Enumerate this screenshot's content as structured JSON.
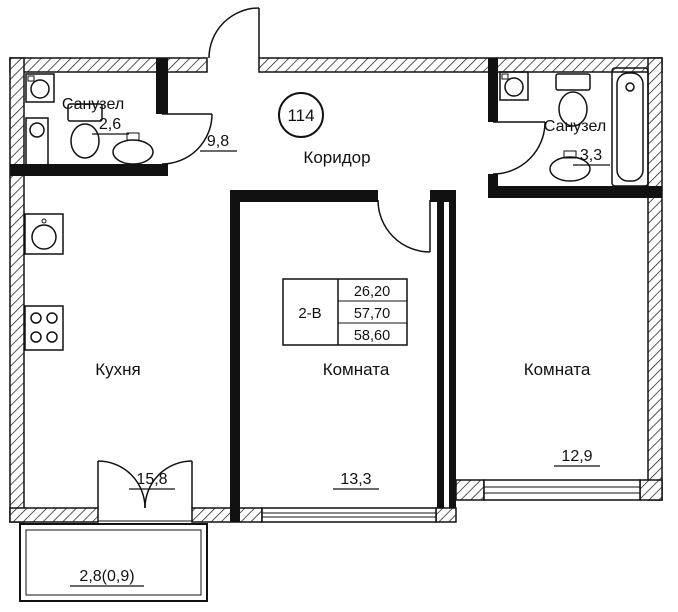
{
  "plan": {
    "apartment_number": "114",
    "info_table": {
      "type": "2-В",
      "rows": [
        "26,20",
        "57,70",
        "58,60"
      ]
    },
    "rooms": {
      "bath_left": {
        "label": "Санузел",
        "area": "2,6"
      },
      "corridor": {
        "label": "Коридор",
        "area": "9,8"
      },
      "bath_right": {
        "label": "Санузел",
        "area": "3,3"
      },
      "kitchen": {
        "label": "Кухня",
        "area": "15,8"
      },
      "room_middle": {
        "label": "Комната",
        "area": "13,3"
      },
      "room_right": {
        "label": "Комната",
        "area": "12,9"
      },
      "balcony": {
        "area": "2,8(0,9)"
      }
    },
    "fixtures": [
      "washing-machine",
      "water-heater",
      "toilet",
      "sink",
      "kitchen-sink",
      "stove",
      "bathtub"
    ],
    "colors": {
      "ink": "#111111",
      "background": "#ffffff"
    }
  }
}
